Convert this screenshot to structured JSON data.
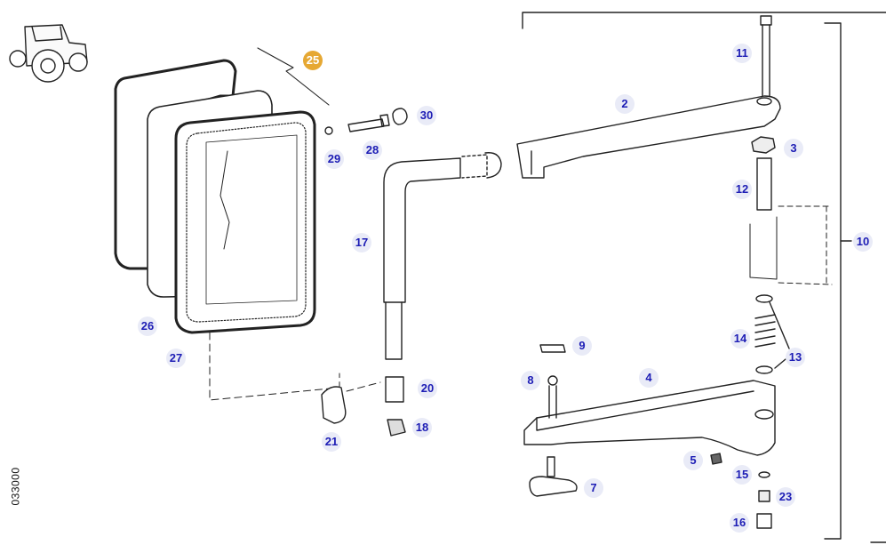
{
  "document_number": "033000",
  "callouts": [
    {
      "label": "25",
      "highlight": true
    },
    {
      "label": "11"
    },
    {
      "label": "2"
    },
    {
      "label": "30"
    },
    {
      "label": "28"
    },
    {
      "label": "29"
    },
    {
      "label": "3"
    },
    {
      "label": "12"
    },
    {
      "label": "17"
    },
    {
      "label": "10"
    },
    {
      "label": "26"
    },
    {
      "label": "27"
    },
    {
      "label": "14"
    },
    {
      "label": "13"
    },
    {
      "label": "9"
    },
    {
      "label": "8"
    },
    {
      "label": "4"
    },
    {
      "label": "20"
    },
    {
      "label": "18"
    },
    {
      "label": "21"
    },
    {
      "label": "5"
    },
    {
      "label": "7"
    },
    {
      "label": "15"
    },
    {
      "label": "23"
    },
    {
      "label": "16"
    }
  ],
  "colors": {
    "line": "#222222",
    "callout_bg": "#e9ebf7",
    "callout_text": "#1d1db5",
    "highlight": "#e6a833"
  }
}
